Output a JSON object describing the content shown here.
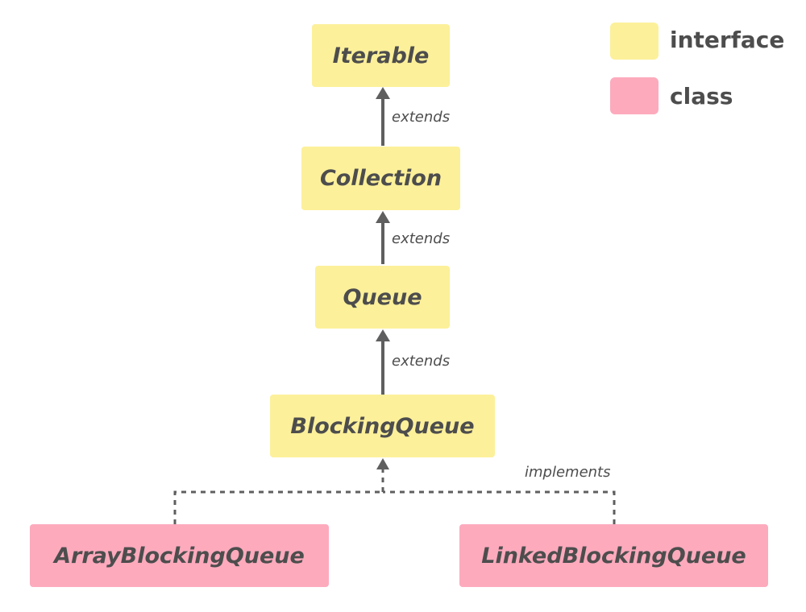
{
  "colors": {
    "interface": "#fcf09a",
    "class": "#fdaabd",
    "edge": "#5f5f5f",
    "text": "#4d4d4d"
  },
  "legend": {
    "interface_label": "interface",
    "class_label": "class"
  },
  "nodes": {
    "iterable": {
      "label": "Iterable",
      "kind": "interface"
    },
    "collection": {
      "label": "Collection",
      "kind": "interface"
    },
    "queue": {
      "label": "Queue",
      "kind": "interface"
    },
    "blocking_queue": {
      "label": "BlockingQueue",
      "kind": "interface"
    },
    "array_blocking_queue": {
      "label": "ArrayBlockingQueue",
      "kind": "class"
    },
    "linked_blocking_queue": {
      "label": "LinkedBlockingQueue",
      "kind": "class"
    }
  },
  "edges": [
    {
      "from": "collection",
      "to": "iterable",
      "label": "extends",
      "style": "solid"
    },
    {
      "from": "queue",
      "to": "collection",
      "label": "extends",
      "style": "solid"
    },
    {
      "from": "blocking_queue",
      "to": "queue",
      "label": "extends",
      "style": "solid"
    },
    {
      "from": "array_blocking_queue",
      "to": "blocking_queue",
      "label": "",
      "style": "dashed"
    },
    {
      "from": "linked_blocking_queue",
      "to": "blocking_queue",
      "label": "implements",
      "style": "dashed"
    }
  ]
}
